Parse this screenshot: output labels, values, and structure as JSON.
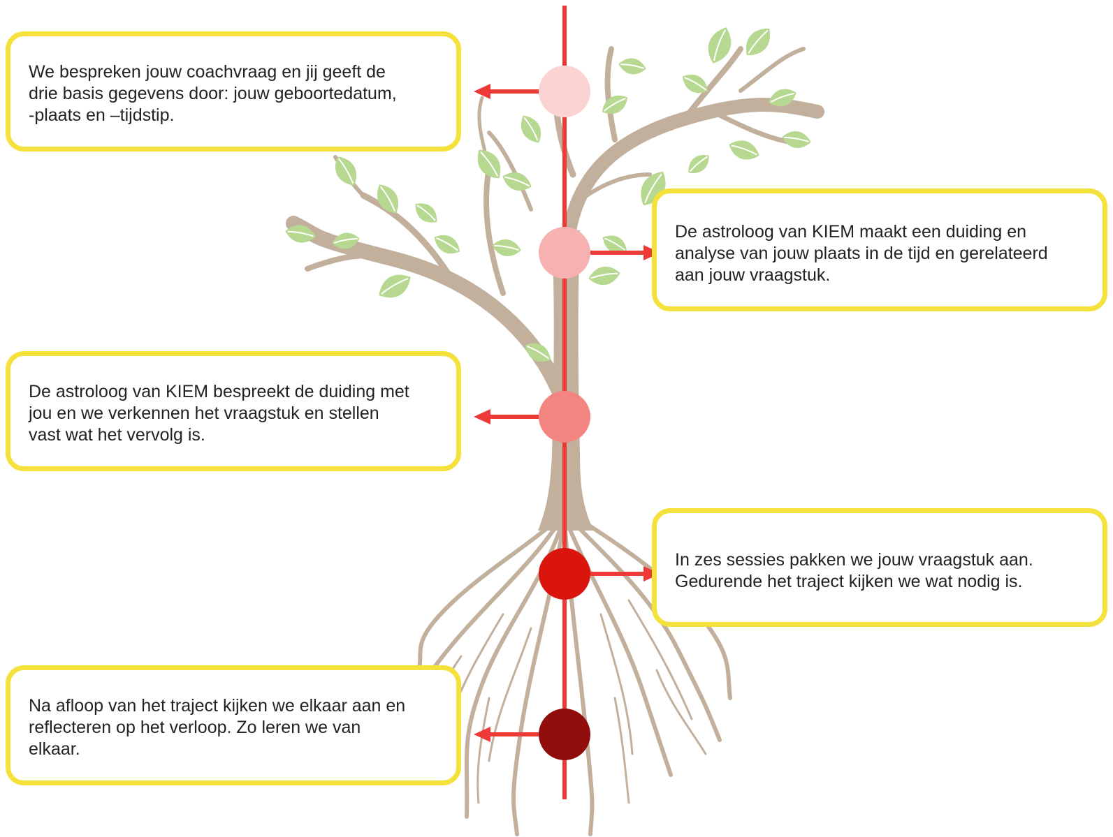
{
  "colors": {
    "box_border": "#f5e13b",
    "timeline": "#ee3a36",
    "arrow": "#ee3a36",
    "tree_trunk": "#c2b09d",
    "leaf": "#b6d890",
    "leaf_vein": "#ffffff",
    "node_1": "#fcd3d3",
    "node_2": "#f8b1b1",
    "node_3": "#f3847f",
    "node_4": "#d9150d",
    "node_5": "#8f0d0a"
  },
  "steps": [
    {
      "text": "We bespreken jouw coachvraag en jij geeft de\ndrie basis gegevens door: jouw geboortedatum,\n-plaats en –tijdstip.",
      "side": "left",
      "node_color": "#fcd3d3"
    },
    {
      "text": "De astroloog van KIEM maakt een duiding en\nanalyse van jouw plaats in de tijd en gerelateerd\naan jouw vraagstuk.",
      "side": "right",
      "node_color": "#f8b1b1"
    },
    {
      "text": "De astroloog van KIEM bespreekt de duiding met\njou en we verkennen het vraagstuk en stellen\nvast wat het vervolg is.",
      "side": "left",
      "node_color": "#f3847f"
    },
    {
      "text": "In zes sessies pakken we jouw vraagstuk aan.\nGedurende het traject kijken we wat nodig is.",
      "side": "right",
      "node_color": "#d9150d"
    },
    {
      "text": "Na afloop van het traject kijken we elkaar aan en\nreflecteren op het verloop. Zo leren we van\nelkaar.",
      "side": "left",
      "node_color": "#8f0d0a"
    }
  ]
}
